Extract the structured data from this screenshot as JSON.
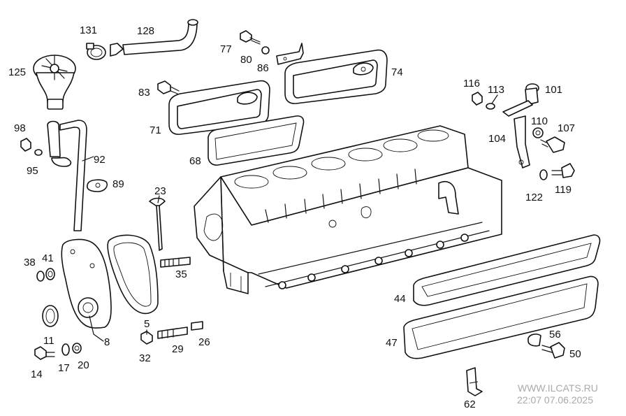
{
  "callouts": {
    "c131": "131",
    "c128": "128",
    "c125": "125",
    "c77": "77",
    "c80": "80",
    "c86": "86",
    "c74": "74",
    "c83": "83",
    "c71": "71",
    "c68": "68",
    "c98": "98",
    "c95": "95",
    "c92": "92",
    "c89": "89",
    "c23": "23",
    "c116": "116",
    "c113": "113",
    "c101": "101",
    "c110": "110",
    "c107": "107",
    "c104": "104",
    "c122": "122",
    "c119": "119",
    "c38": "38",
    "c41": "41",
    "c35": "35",
    "c44": "44",
    "c47": "47",
    "c56": "56",
    "c50": "50",
    "c5": "5",
    "c11": "11",
    "c8": "8",
    "c26": "26",
    "c29": "29",
    "c32": "32",
    "c14": "14",
    "c17": "17",
    "c20": "20",
    "c62": "62"
  },
  "watermark": {
    "site": "WWW.ILCATS.RU",
    "timestamp": "22:07 07.06.2025"
  }
}
